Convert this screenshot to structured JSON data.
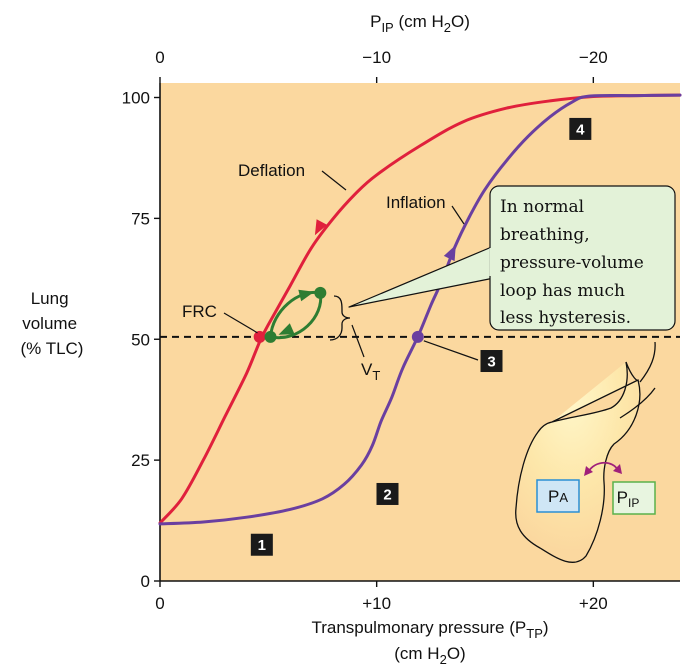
{
  "chart_data": {
    "type": "line",
    "top_axis": {
      "label_main": "P",
      "label_sub": "IP",
      "label_units_open": " (cm H",
      "label_units_sub": "2",
      "label_units_close": "O)",
      "ticks": [
        {
          "value": 0,
          "label": "0"
        },
        {
          "value": -10,
          "label": "−10"
        },
        {
          "value": -20,
          "label": "−20"
        }
      ]
    },
    "x_axis": {
      "range": [
        0,
        24
      ],
      "label_line1_main": "Transpulmonary pressure (P",
      "label_line1_sub": "TP",
      "label_line1_close": ")",
      "label_line2_open": "(cm H",
      "label_line2_sub": "2",
      "label_line2_close": "O)",
      "ticks": [
        {
          "value": 0,
          "label": "0"
        },
        {
          "value": 10,
          "label": "+10"
        },
        {
          "value": 20,
          "label": "+20"
        }
      ]
    },
    "y_axis": {
      "range": [
        0,
        103
      ],
      "label_lines": [
        "Lung",
        "volume",
        "(% TLC)"
      ],
      "ticks": [
        {
          "value": 0,
          "label": "0"
        },
        {
          "value": 25,
          "label": "25"
        },
        {
          "value": 50,
          "label": "50"
        },
        {
          "value": 75,
          "label": "75"
        },
        {
          "value": 100,
          "label": "100"
        }
      ]
    },
    "frc_volume": 50.5,
    "series": [
      {
        "name": "Deflation",
        "color": "#e0203c",
        "points": [
          [
            0,
            12
          ],
          [
            1,
            17
          ],
          [
            2,
            25
          ],
          [
            3,
            34
          ],
          [
            4,
            43
          ],
          [
            4.6,
            49.5
          ],
          [
            5,
            53
          ],
          [
            6,
            61
          ],
          [
            7,
            69
          ],
          [
            8,
            75
          ],
          [
            9,
            80
          ],
          [
            10,
            84
          ],
          [
            12,
            90
          ],
          [
            14,
            95
          ],
          [
            16,
            97.8
          ],
          [
            18,
            99.3
          ],
          [
            20,
            100.2
          ],
          [
            22,
            100.4
          ],
          [
            24,
            100.5
          ]
        ],
        "arrow_at": [
          7.15,
          71.5
        ]
      },
      {
        "name": "Inflation",
        "color": "#6a3fa0",
        "points": [
          [
            0,
            11.8
          ],
          [
            2,
            12.2
          ],
          [
            4,
            13.2
          ],
          [
            6,
            14.8
          ],
          [
            7.5,
            17
          ],
          [
            8.5,
            20
          ],
          [
            9.3,
            24
          ],
          [
            9.8,
            28
          ],
          [
            10.2,
            33
          ],
          [
            10.7,
            38
          ],
          [
            11.2,
            44
          ],
          [
            11.9,
            50.5
          ],
          [
            12.5,
            57
          ],
          [
            13,
            62
          ],
          [
            13.6,
            69
          ],
          [
            14.3,
            75.5
          ],
          [
            15,
            81
          ],
          [
            16,
            87
          ],
          [
            17,
            92
          ],
          [
            18,
            96
          ],
          [
            19,
            99
          ],
          [
            19.8,
            100.3
          ],
          [
            22,
            100.4
          ],
          [
            24,
            100.5
          ]
        ],
        "arrow_at": [
          13.65,
          69.5
        ]
      }
    ],
    "tidal_loop": {
      "color": "#2e7d32",
      "start": [
        5.1,
        50.5
      ],
      "end": [
        7.4,
        59.6
      ]
    },
    "markers": [
      {
        "name": "frc-deflation-point",
        "x": 4.6,
        "y": 50.5,
        "color": "#e0203c"
      },
      {
        "name": "frc-tidal-point",
        "x": 5.1,
        "y": 50.5,
        "color": "#2e7d32"
      },
      {
        "name": "tidal-end-point",
        "x": 7.4,
        "y": 59.6,
        "color": "#2e7d32"
      },
      {
        "name": "inflation-frc-point",
        "x": 11.9,
        "y": 50.5,
        "color": "#6a3fa0"
      }
    ],
    "annotations": {
      "deflation": "Deflation",
      "inflation": "Inflation",
      "frc": "FRC",
      "vt_main": "V",
      "vt_sub": "T"
    },
    "badges": [
      {
        "name": "badge-1",
        "label": "1",
        "x": 4.7,
        "y": 7.5
      },
      {
        "name": "badge-2",
        "label": "2",
        "x": 10.5,
        "y": 18
      },
      {
        "name": "badge-3",
        "label": "3",
        "x": 15.3,
        "y": 45.5
      },
      {
        "name": "badge-4",
        "label": "4",
        "x": 19.4,
        "y": 93.5
      }
    ],
    "callout_lines": [
      "In normal",
      "breathing,",
      "pressure-volume",
      "loop has much",
      "less hysteresis."
    ],
    "lung_inset": {
      "pa_main": "P",
      "pa_sub": "A",
      "pip_main": "P",
      "pip_sub": "IP"
    },
    "colors": {
      "plot_bg": "#fbd89f",
      "deflation": "#e0203c",
      "inflation": "#6a3fa0",
      "tidal": "#2e7d32",
      "callout_bg": "#e3f2d8",
      "badge_bg": "#1a1a1a"
    }
  }
}
